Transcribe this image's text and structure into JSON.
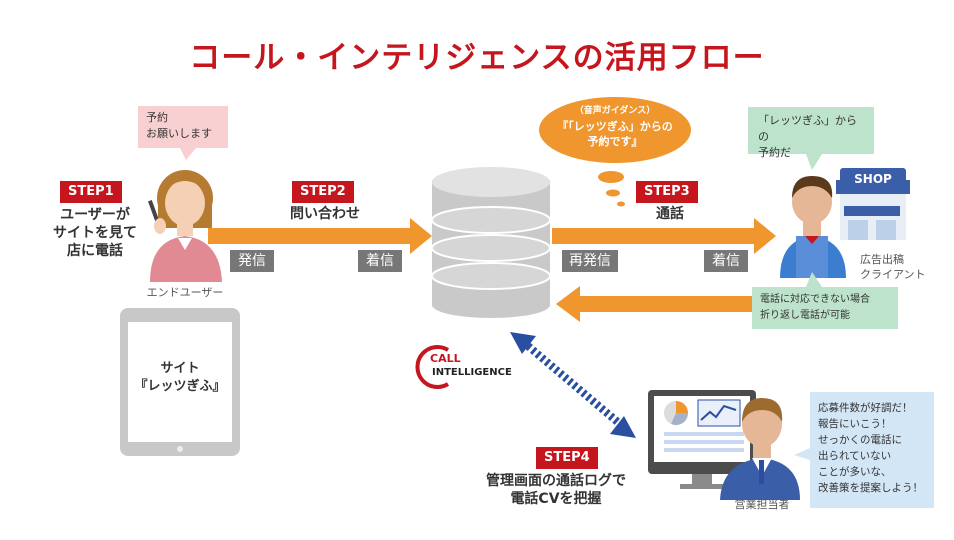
{
  "title": "コール・インテリジェンスの活用フロー",
  "steps": {
    "s1": {
      "label": "STEP1",
      "desc": [
        "ユーザーが",
        "サイトを見て",
        "店に電話"
      ]
    },
    "s2": {
      "label": "STEP2",
      "desc": "問い合わせ"
    },
    "s3": {
      "label": "STEP3",
      "desc": "通話"
    },
    "s4": {
      "label": "STEP4",
      "desc": [
        "管理画面の通話ログで",
        "電話CVを把握"
      ]
    }
  },
  "arrow_labels": {
    "hasshin": "発信",
    "chakushin1": "着信",
    "saihasshin": "再発信",
    "chakushin2": "着信"
  },
  "bubbles": {
    "enduser": [
      "予約",
      "お願いします"
    ],
    "guidance_head": "（音声ガイダンス）",
    "guidance": [
      "『「レッツぎふ」からの",
      "予約です』"
    ],
    "client": [
      "「レッツぎふ」からの",
      "予約だ"
    ],
    "callback": [
      "電話に対応できない場合",
      "折り返し電話が可能"
    ],
    "sales": [
      "応募件数が好調だ！",
      "報告にいこう！",
      "せっかくの電話に",
      "出られていない",
      "ことが多いな、",
      "改善策を提案しよう！"
    ]
  },
  "captions": {
    "enduser": "エンドユーザー",
    "client": [
      "広告出稿",
      "クライアント"
    ],
    "sales": "営業担当者"
  },
  "site": [
    "サイト",
    "『レッツぎふ』"
  ],
  "shop_sign": "SHOP",
  "logo": {
    "line1": "CALL",
    "line2": "INTELLIGENCE"
  },
  "colors": {
    "title": "#c4161c",
    "step": "#c4161c",
    "arrow": "#f0962e",
    "dashed": "#2a4fa0"
  }
}
